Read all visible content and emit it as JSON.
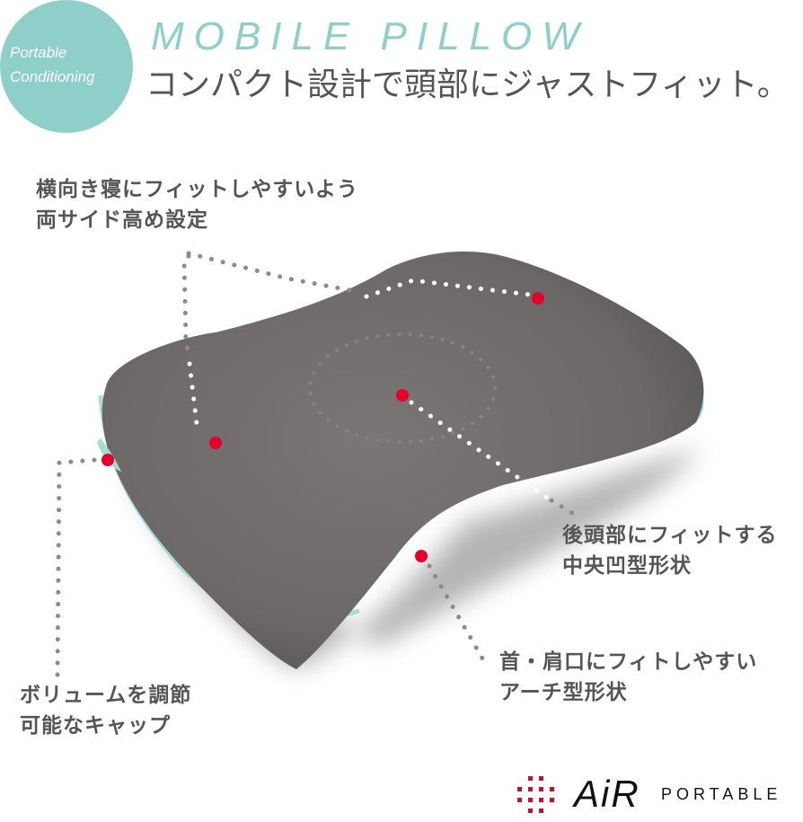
{
  "badge": {
    "line1": "Portable",
    "line2": "Conditioning",
    "color": "#8ecfc9"
  },
  "header": {
    "title_en": "MOBILE PILLOW",
    "subtitle_jp": "コンパクト設計で頭部にジャストフィット。"
  },
  "callouts": [
    {
      "id": "sides",
      "line1": "横向き寝にフィットしやすいよう",
      "line2": "両サイド高め設定"
    },
    {
      "id": "center",
      "line1": "後頭部にフィットする",
      "line2": "中央凹型形状"
    },
    {
      "id": "neck",
      "line1": "首・肩口にフィトしやすい",
      "line2": "アーチ型形状"
    },
    {
      "id": "cap",
      "line1": "ボリュームを調節",
      "line2": "可能なキャップ"
    }
  ],
  "colors": {
    "accent_teal": "#8ecfc9",
    "marker_red": "#e4002b",
    "pillow_gray": "#6f6b6b",
    "text_gray": "#555555",
    "dot_gray": "#8c8c8c"
  },
  "logo": {
    "brand": "AiR",
    "sub": "PORTABLE",
    "grid_color": "#c8102e"
  }
}
